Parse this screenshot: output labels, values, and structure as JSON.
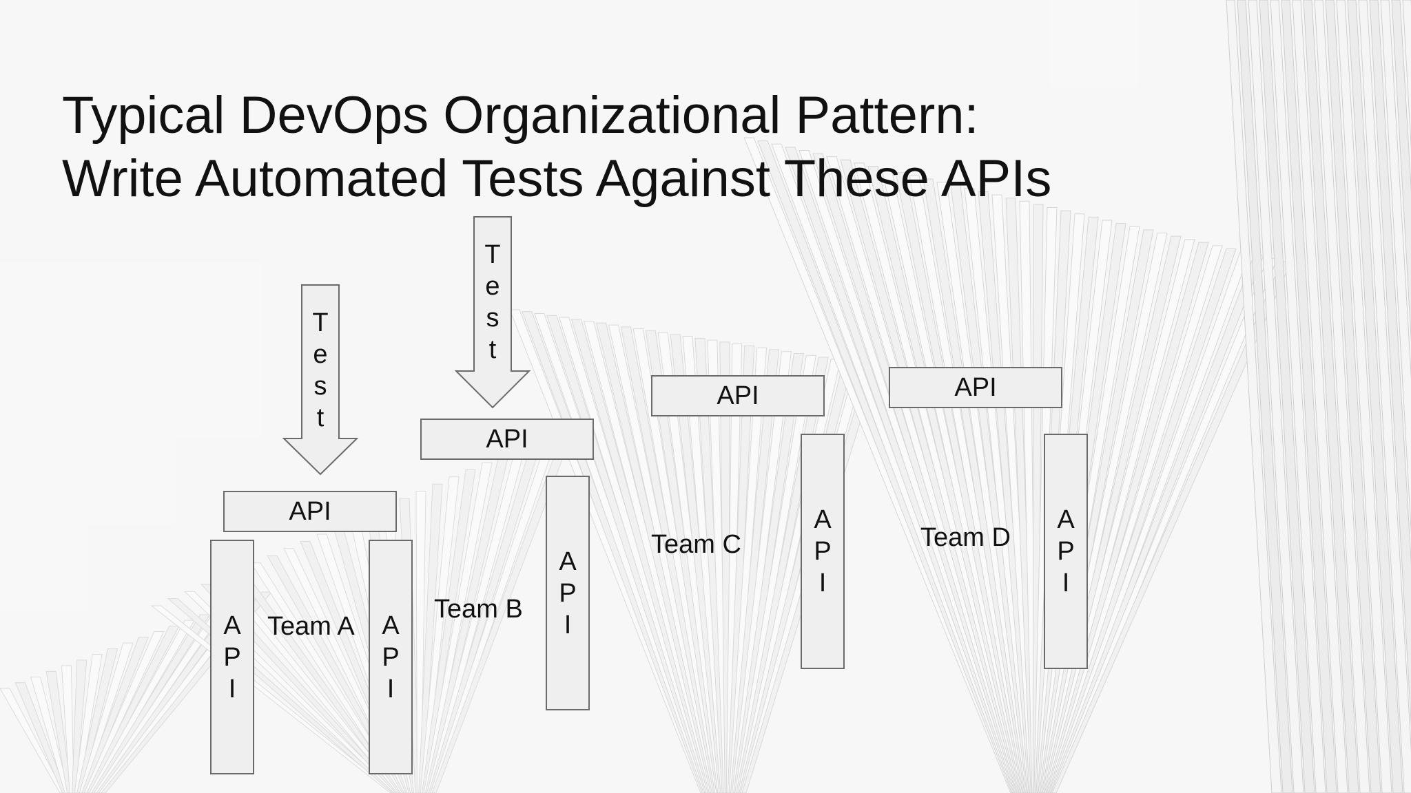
{
  "slide": {
    "title_line1": "Typical DevOps Organizational Pattern:",
    "title_line2": "Write Automated Tests Against These APIs"
  },
  "diagram": {
    "teams": {
      "a": "Team A",
      "b": "Team B",
      "c": "Team C",
      "d": "Team D"
    },
    "api_label": "API",
    "api_vertical": [
      "A",
      "P",
      "I"
    ],
    "test_arrow": [
      "T",
      "e",
      "s",
      "t"
    ]
  }
}
